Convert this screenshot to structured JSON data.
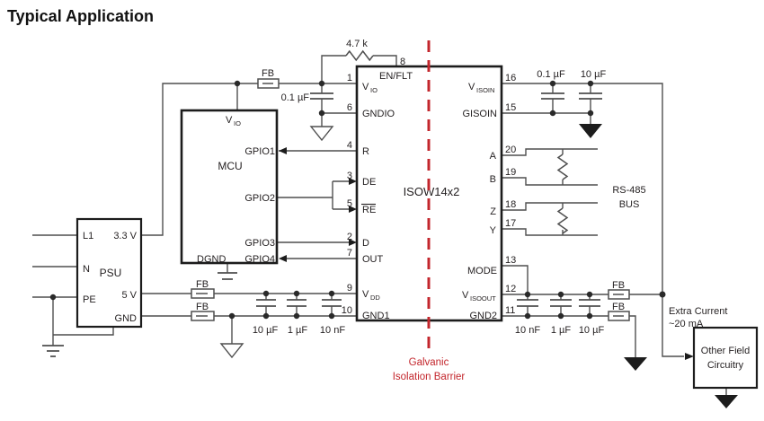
{
  "title": "Typical Application",
  "colors": {
    "barrier_red": "#c3262c",
    "wire": "#4f4f4f",
    "text": "#231f20"
  },
  "psu": {
    "name": "PSU",
    "in_l1": "L1",
    "in_n": "N",
    "in_pe": "PE",
    "out_3v3": "3.3 V",
    "out_5v": "5 V",
    "out_gnd": "GND"
  },
  "mcu": {
    "name": "MCU",
    "vio_main": "V",
    "vio_sub": "IO",
    "gpio1": "GPIO1",
    "gpio2": "GPIO2",
    "gpio3": "GPIO3",
    "gpio4": "GPIO4",
    "dgnd": "DGND"
  },
  "ic": {
    "name": "ISOW14x2",
    "pin1": {
      "num": "1",
      "main": "V",
      "sub": "IO"
    },
    "pin6": {
      "num": "6",
      "label": "GNDIO"
    },
    "pin4": {
      "num": "4",
      "label": "R"
    },
    "pin3": {
      "num": "3",
      "label": "DE"
    },
    "pin5": {
      "num": "5",
      "label": "RE"
    },
    "pin2": {
      "num": "2",
      "label": "D"
    },
    "pin7": {
      "num": "7",
      "label": "OUT"
    },
    "pin9": {
      "num": "9",
      "main": "V",
      "sub": "DD"
    },
    "pin10": {
      "num": "10",
      "label": "GND1"
    },
    "pin8": {
      "num": "8",
      "label": "EN/FLT"
    },
    "pin16": {
      "num": "16",
      "main": "V",
      "sub": "ISOIN"
    },
    "pin15": {
      "num": "15",
      "label": "GISOIN"
    },
    "pin20": {
      "num": "20",
      "label": "A"
    },
    "pin19": {
      "num": "19",
      "label": "B"
    },
    "pin18": {
      "num": "18",
      "label": "Z"
    },
    "pin17": {
      "num": "17",
      "label": "Y"
    },
    "pin13": {
      "num": "13",
      "label": "MODE"
    },
    "pin12": {
      "num": "12",
      "main": "V",
      "sub": "ISOOUT"
    },
    "pin11": {
      "num": "11",
      "label": "GND2"
    }
  },
  "components": {
    "pullup": "4.7 k",
    "ferrite": "FB",
    "c_io": "0.1 µF",
    "caps_vdd": [
      "10 µF",
      "1 µF",
      "10 nF"
    ],
    "caps_isoin": [
      "0.1 µF",
      "10 µF"
    ],
    "caps_isoout": [
      "10 nF",
      "1 µF",
      "10 µF"
    ]
  },
  "bus": {
    "line1": "RS-485",
    "line2": "BUS"
  },
  "barrier": {
    "line1": "Galvanic",
    "line2": "Isolation Barrier"
  },
  "notes": {
    "extra1": "Extra Current",
    "extra2": "~20 mA"
  },
  "other_field": {
    "line1": "Other Field",
    "line2": "Circuitry"
  }
}
